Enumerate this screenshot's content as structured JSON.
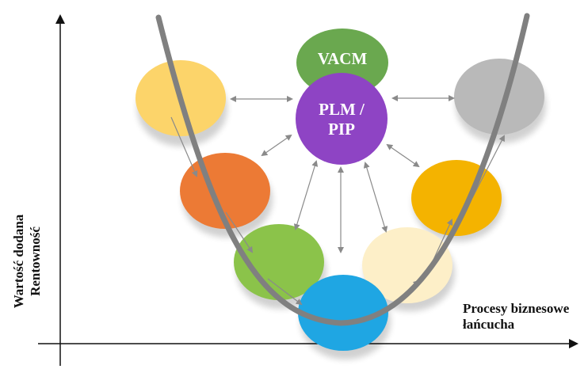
{
  "axes": {
    "y_label_line1": "Wartość dodana",
    "y_label_line2": "Rentowność",
    "x_label_line1": "Procesy biznesowe",
    "x_label_line2": "łańcucha"
  },
  "center_nodes": {
    "vacm": {
      "label": "VACM",
      "color": "#6aa84f"
    },
    "plm": {
      "label_line1": "PLM /",
      "label_line2": "PIP",
      "color": "#8e44c4"
    }
  },
  "chain_nodes": [
    {
      "id": "yellow-light",
      "color": "#fcd46a"
    },
    {
      "id": "orange",
      "color": "#ec7a35"
    },
    {
      "id": "green",
      "color": "#8bc34a"
    },
    {
      "id": "blue",
      "color": "#1fa6e3"
    },
    {
      "id": "cream",
      "color": "#fdefc8"
    },
    {
      "id": "amber",
      "color": "#f4b300"
    },
    {
      "id": "grey",
      "color": "#b9b9b9"
    }
  ],
  "colors": {
    "curve": "#808080",
    "arrows": "#8a8a8a",
    "axes": "#111111"
  }
}
